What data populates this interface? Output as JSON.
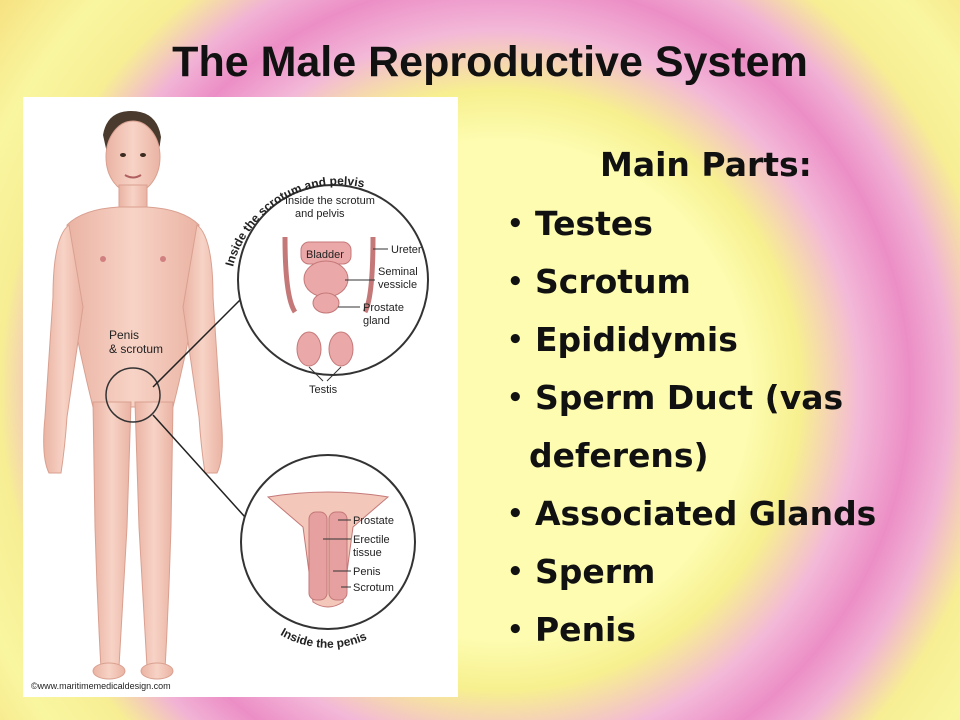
{
  "slide": {
    "title": "The Male Reproductive System"
  },
  "figure": {
    "labels": {
      "penis_scrotum_1": "Penis",
      "penis_scrotum_2": "& scrotum",
      "arc_top": "Inside the scrotum and pelvis",
      "inner_title_1": "Inside the scrotum",
      "inner_title_2": "and pelvis",
      "bladder": "Bladder",
      "ureter": "Ureter",
      "seminal_1": "Seminal",
      "seminal_2": "vessicle",
      "prostate_1": "Prostate",
      "prostate_2": "gland",
      "testis": "Testis",
      "prostate": "Prostate",
      "erectile_1": "Erectile",
      "erectile_2": "tissue",
      "penis": "Penis",
      "scrotum": "Scrotum",
      "arc_bottom": "Inside the penis",
      "copyright": "©www.maritimemedicaldesign.com"
    },
    "skin_color": "#f4c7b8",
    "organ_color": "#e9a4a4"
  },
  "main_parts": {
    "heading": "Main Parts:",
    "items": [
      "Testes",
      "Scrotum",
      "Epididymis",
      "Sperm Duct (vas",
      "deferens)",
      "Associated Glands",
      "Sperm",
      "Penis"
    ]
  }
}
